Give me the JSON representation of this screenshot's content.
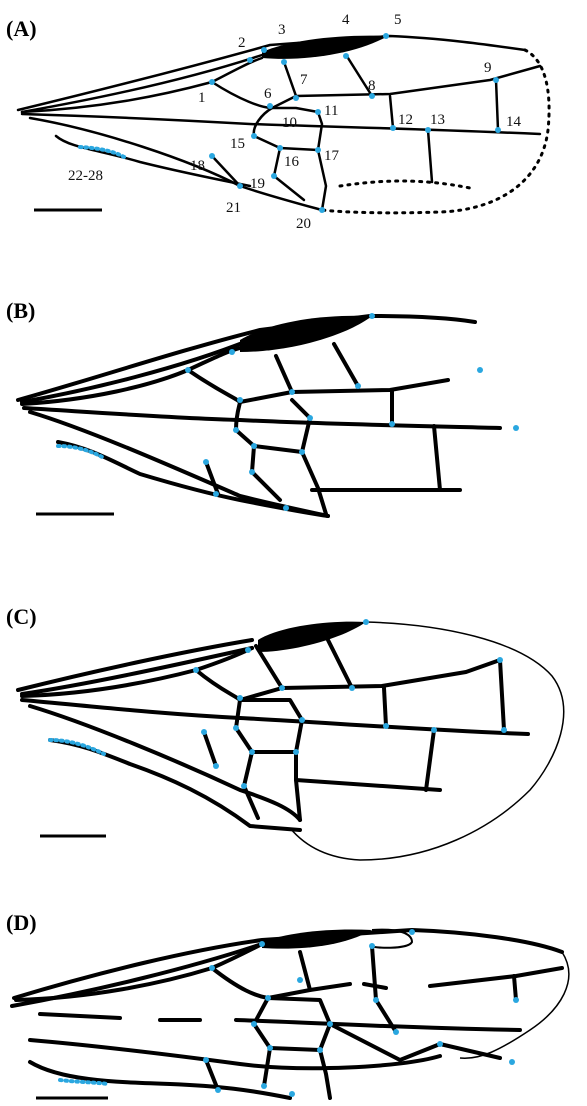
{
  "panels": [
    {
      "label": "(A)"
    },
    {
      "label": "(B)"
    },
    {
      "label": "(C)"
    },
    {
      "label": "(D)"
    }
  ],
  "landmark_labels": {
    "l1": "1",
    "l2": "2",
    "l3": "3",
    "l4": "4",
    "l5": "5",
    "l6": "6",
    "l7": "7",
    "l8": "8",
    "l9": "9",
    "l10": "10",
    "l11": "11",
    "l12": "12",
    "l13": "13",
    "l14": "14",
    "l15": "15",
    "l16": "16",
    "l17": "17",
    "l18": "18",
    "l19": "19",
    "l20": "20",
    "l21": "21",
    "l22_28": "22-28"
  },
  "colors": {
    "vein": "#000000",
    "landmark": "#2aa7e0",
    "background": "#ffffff"
  }
}
